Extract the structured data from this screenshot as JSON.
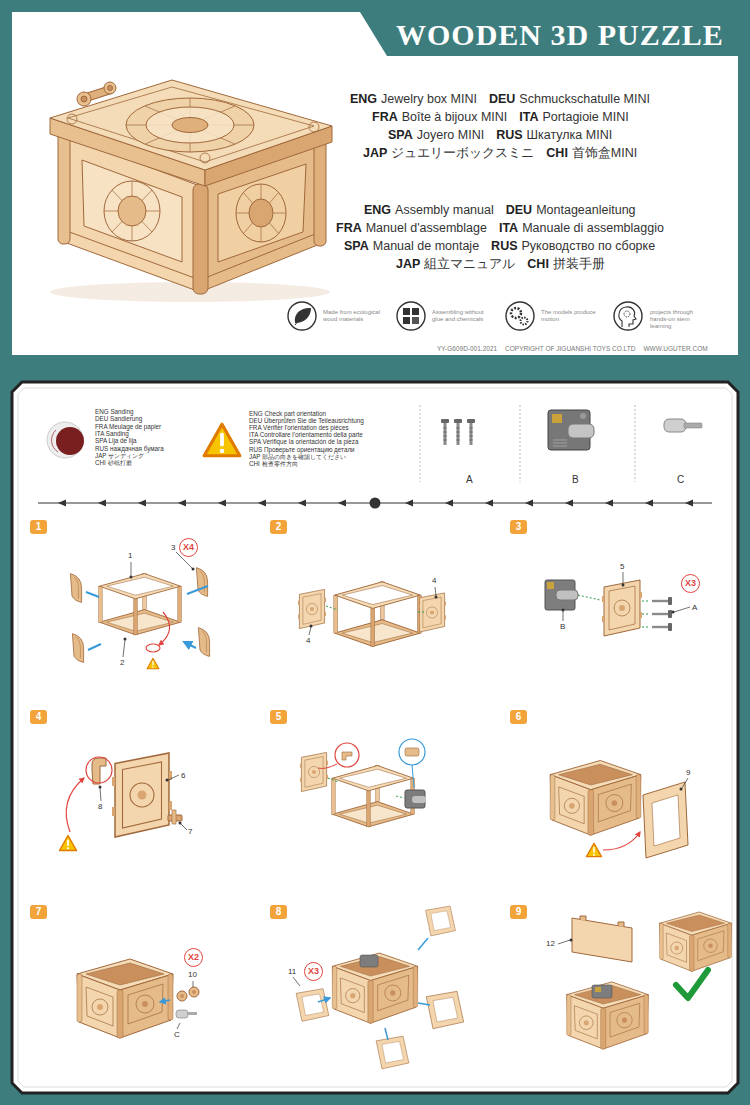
{
  "diagram": {
    "title": "WOODEN 3D PUZZLE",
    "nodes": [
      {
        "text": [
          "1"
        ]
      },
      {
        "text": [
          "X4"
        ]
      },
      {
        "text": [
          "2"
        ]
      },
      {
        "text": [
          "3"
        ]
      },
      {
        "text": [
          "X3"
        ]
      },
      {
        "text": [
          "4"
        ]
      },
      {
        "text": [
          "5"
        ]
      },
      {
        "text": [
          "6"
        ]
      },
      {
        "text": [
          "7"
        ]
      },
      {
        "text": [
          "X2"
        ]
      },
      {
        "text": [
          "8"
        ]
      },
      {
        "text": [
          "X3"
        ]
      },
      {
        "text": [
          "9"
        ]
      }
    ],
    "labels": [
      "ENG",
      "Jewelry box MINI",
      "DEU",
      "Schmuckschatulle MINI",
      "FRA",
      "Boîte à bijoux MINI",
      "ITA",
      "Portagioie MINI",
      "SPA",
      "Joyero MINI",
      "RUS",
      "Шкатулка MINI",
      "JAP",
      "ジュエリーボックスミニ",
      "CHI",
      "首饰盒MINI",
      "ENG",
      "Assembly manual",
      "DEU",
      "Montageanleitung",
      "FRA",
      "Manuel d'assemblage",
      "ITA",
      "Manuale di assemblaggio",
      "SPA",
      "Manual de montaje",
      "RUS",
      "Руководство по сборке",
      "JAP",
      "組立マニュアル",
      "CHI",
      "拼装手册",
      "Made from ecological wood materials",
      "Assembling without glue and chemicals",
      "The models produce motion",
      "projects through hands-on stem learning",
      "YY-G609D-001.2021",
      "COPYRIGHT OF JIGUANSHI TOYS CO.LTD",
      "WWW.UGUTER.COM",
      "ENG Sanding",
      "DEU Sandierung",
      "FRA Meulage de papier",
      "ITA Sanding",
      "SPA Lija de lija",
      "RUS наждачная бумага",
      "JAP サンディング",
      "CHI 砂纸打磨",
      "ENG Check part orientation",
      "DEU Überprüfen Sie die Teileausrichtung",
      "FRA Vérifier l'orientation des pièces",
      "ITA Controllare l'orientamento della parte",
      "SPA Verifique la orientación de la pieza",
      "RUS Проверьте ориентацию детали",
      "JAP 部品の向きを確認してください",
      "CHI 检查零件方向",
      "A",
      "B",
      "C",
      "1",
      "3",
      "2",
      "4",
      "4",
      "5",
      "A",
      "B",
      "6",
      "8",
      "7",
      "9",
      "10",
      "C",
      "11",
      "12"
    ]
  }
}
